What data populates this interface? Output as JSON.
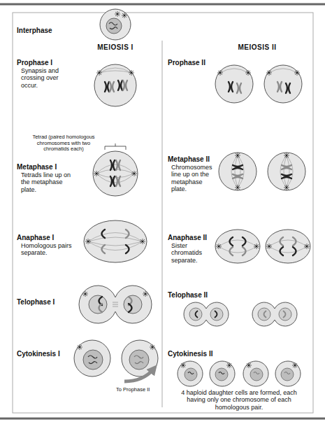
{
  "diagram": {
    "labels": [
      "Interphase",
      "MEIOSIS I",
      "MEIOSIS II",
      "Prophase I",
      "Synapsis and crossing over occur.",
      "Tetrad (paired homologous chromosomes with two chromatids each)",
      "Metaphase I",
      "Tetrads line up on the metaphase plate.",
      "Anaphase I",
      "Homologous pairs separate.",
      "Telophase I",
      "Cytokinesis I",
      "To Prophase II",
      "Prophase II",
      "Metaphase II",
      "Chromosomes line up on the metaphase plate.",
      "Anaphase II",
      "Sister chromatids separate.",
      "Telophase II",
      "Cytokinesis II",
      "4 haploid daughter cells are formed, each having only one chromosome of each homologous pair."
    ]
  }
}
